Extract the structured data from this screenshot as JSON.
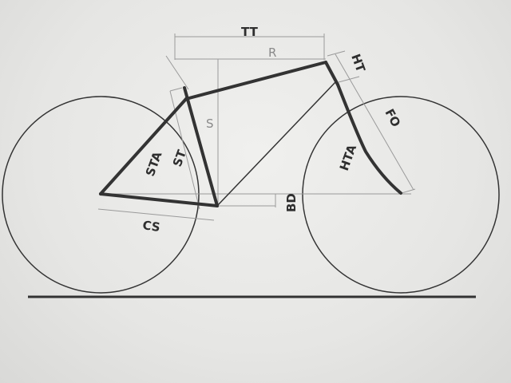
{
  "labels": {
    "tt": "TT",
    "r": "R",
    "s": "S",
    "st": "ST",
    "sta": "STA",
    "cs": "CS",
    "bd": "BD",
    "ht": "HT",
    "fo": "FO",
    "hta": "HTA"
  }
}
